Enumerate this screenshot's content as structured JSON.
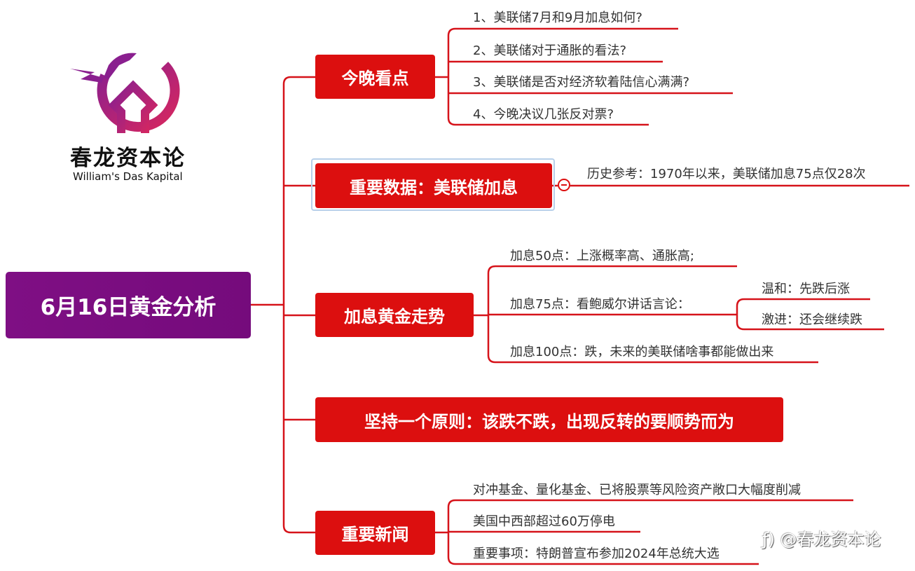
{
  "logo": {
    "name_cn": "春龙资本论",
    "name_en": "William's Das Kapital"
  },
  "root": {
    "label": "6月16日黄金分析"
  },
  "branches": [
    {
      "label": "今晚看点",
      "children": [
        "1、美联储7月和9月加息如何?",
        "2、美联储对于通胀的看法?",
        "3、美联储是否对经济软着陆信心满满?",
        "4、今晚决议几张反对票?"
      ]
    },
    {
      "label": "重要数据：美联储加息",
      "children": [
        "历史参考：1970年以来，美联储加息75点仅28次"
      ]
    },
    {
      "label": "加息黄金走势",
      "children": [
        "加息50点：上涨概率高、通胀高;",
        "加息75点：看鲍威尔讲话言论：",
        "加息100点：跌，未来的美联储啥事都能做出来"
      ],
      "sub": [
        "温和：先跌后涨",
        "激进：还会继续跌"
      ]
    },
    {
      "label": "坚持一个原则：该跌不跌，出现反转的要顺势而为"
    },
    {
      "label": "重要新闻",
      "children": [
        "对冲基金、量化基金、已将股票等风险资产敞口大幅度削减",
        "美国中西部超过60万停电",
        "重要事项：特朗普宣布参加2024年总统大选"
      ]
    }
  ],
  "watermark": "@春龙资本论",
  "colors": {
    "branch": "#dc0f0f",
    "root": "#7a0d80",
    "line": "#d6131a"
  }
}
